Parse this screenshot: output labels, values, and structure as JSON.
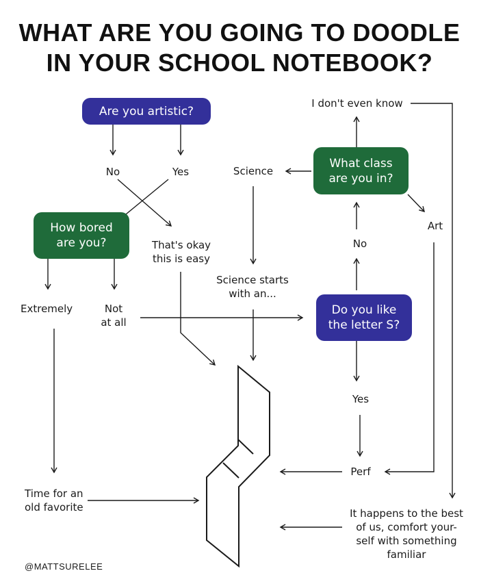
{
  "title": {
    "line1": "WHAT ARE YOU GOING TO DOODLE",
    "line2": "IN YOUR SCHOOL NOTEBOOK?"
  },
  "nodes": {
    "artistic": "Are you artistic?",
    "bored_1": "How bored",
    "bored_2": "are you?",
    "class_1": "What class",
    "class_2": "are you in?",
    "letter_1": "Do you like",
    "letter_2": "the letter S?",
    "no_a": "No",
    "yes_a": "Yes",
    "science": "Science",
    "dont_know": "I don't even know",
    "art": "Art",
    "no_b": "No",
    "okay_1": "That's okay",
    "okay_2": "this is easy",
    "science_starts_1": "Science starts",
    "science_starts_2": "with an...",
    "extremely": "Extremely",
    "not_1": "Not",
    "not_2": "at all",
    "yes_b": "Yes",
    "perf": "Perf",
    "favorite_1": "Time for an",
    "favorite_2": "old favorite",
    "best_1": "It happens to the best",
    "best_2": "of us, comfort your-",
    "best_3": "self with something",
    "best_4": "familiar"
  },
  "credit": "@MATTSURELEE",
  "colors": {
    "question_blue": "#33309a",
    "question_green": "#1f6b3a",
    "line": "#1a1a1a"
  }
}
